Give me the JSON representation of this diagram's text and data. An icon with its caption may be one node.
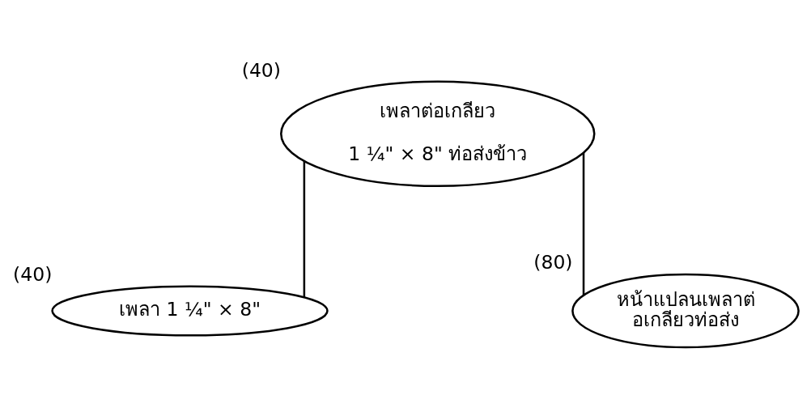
{
  "diagram": {
    "nodes": [
      {
        "text": [
          "เพลาต่อเกลียว",
          "1 ¼\" × 8\" ท่อส่งข้าว"
        ],
        "beside": [
          "(40)"
        ]
      },
      {
        "text": [
          "เพลา 1 ¼\" × 8\""
        ],
        "beside": [
          "(40)"
        ]
      },
      {
        "text": [
          "หน้าแปลนเพลาต่อเกลียวท่อส่ง"
        ],
        "beside": [
          "(80)"
        ]
      }
    ],
    "edges": [
      {
        "from": 0,
        "to": 1,
        "arrow": "none"
      },
      {
        "from": 0,
        "to": 2,
        "arrow": "none"
      }
    ]
  }
}
